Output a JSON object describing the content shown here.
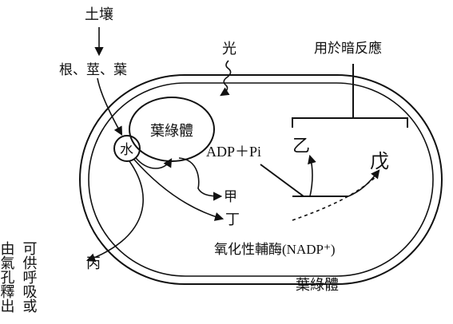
{
  "labels": {
    "soil": "土壤",
    "root_stem_leaf": "根、莖、葉",
    "light": "光",
    "used_dark": "用於暗反應",
    "chloroplast_inner": "葉綠體",
    "water": "水",
    "adp_pi": "ADP＋Pi",
    "yi": "乙",
    "wu": "戊",
    "jia": "甲",
    "ding": "丁",
    "nadp": "氧化性輔酶(NADP⁺)",
    "bing": "丙",
    "chloroplast_outer": "葉綠體",
    "exit_col1": "由氣孔釋出",
    "exit_col2": "可供呼吸或"
  },
  "colors": {
    "ink": "#111111",
    "background": "#ffffff"
  }
}
